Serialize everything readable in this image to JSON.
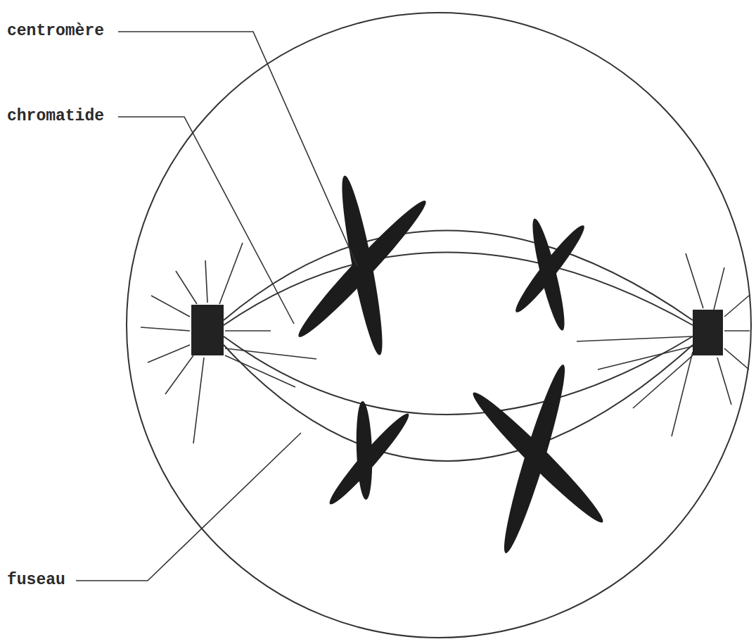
{
  "diagram": {
    "labels": [
      "centromère",
      "chromatide",
      "fuseau"
    ]
  }
}
